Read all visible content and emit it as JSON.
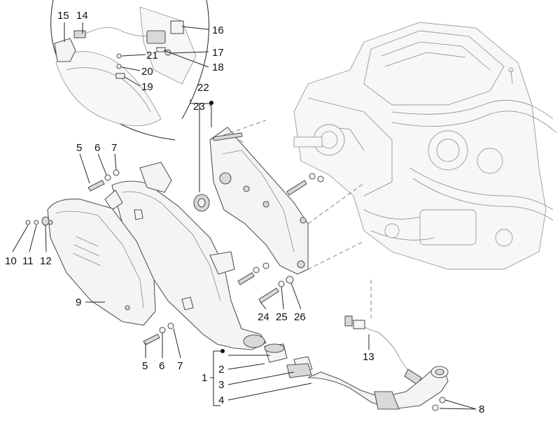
{
  "diagram": {
    "callouts": [
      {
        "id": "1",
        "text": "1"
      },
      {
        "id": "2",
        "text": "2"
      },
      {
        "id": "3",
        "text": "3"
      },
      {
        "id": "4",
        "text": "4"
      },
      {
        "id": "5a",
        "text": "5"
      },
      {
        "id": "6a",
        "text": "6"
      },
      {
        "id": "7a",
        "text": "7"
      },
      {
        "id": "5b",
        "text": "5"
      },
      {
        "id": "6b",
        "text": "6"
      },
      {
        "id": "7b",
        "text": "7"
      },
      {
        "id": "8",
        "text": "8"
      },
      {
        "id": "9",
        "text": "9"
      },
      {
        "id": "10",
        "text": "10"
      },
      {
        "id": "11",
        "text": "11"
      },
      {
        "id": "12",
        "text": "12"
      },
      {
        "id": "13",
        "text": "13"
      },
      {
        "id": "14",
        "text": "14"
      },
      {
        "id": "15",
        "text": "15"
      },
      {
        "id": "16",
        "text": "16"
      },
      {
        "id": "17",
        "text": "17"
      },
      {
        "id": "18",
        "text": "18"
      },
      {
        "id": "19",
        "text": "19"
      },
      {
        "id": "20",
        "text": "20"
      },
      {
        "id": "21",
        "text": "21"
      },
      {
        "id": "22",
        "text": "22"
      },
      {
        "id": "23",
        "text": "23"
      },
      {
        "id": "24",
        "text": "24"
      },
      {
        "id": "25",
        "text": "25"
      },
      {
        "id": "26",
        "text": "26"
      }
    ]
  }
}
